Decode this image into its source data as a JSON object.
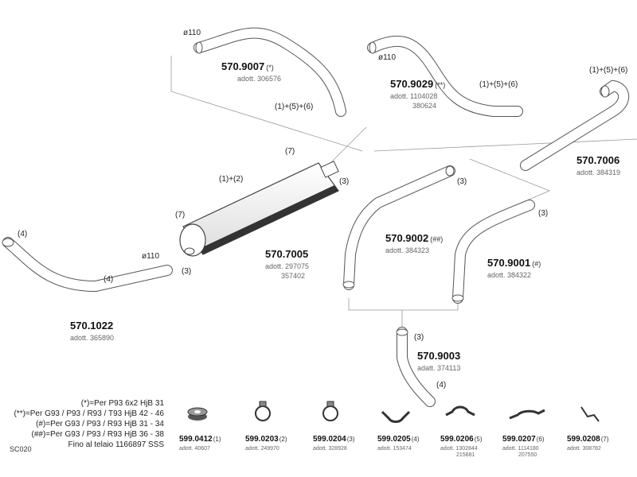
{
  "diagram_code": "SC020",
  "parts": [
    {
      "code": "570.9007",
      "note": "(*)",
      "adott": [
        "adott. 306576"
      ]
    },
    {
      "code": "570.9029",
      "note": "(**)",
      "adott": [
        "adott. 1104028",
        "380624"
      ]
    },
    {
      "code": "570.7006",
      "note": "",
      "adott": [
        "adott. 384319"
      ]
    },
    {
      "code": "570.7005",
      "note": "",
      "adott": [
        "adott. 297075",
        "357402"
      ]
    },
    {
      "code": "570.9002",
      "note": "(##)",
      "adott": [
        "adott. 384323"
      ]
    },
    {
      "code": "570.9001",
      "note": "(#)",
      "adott": [
        "adott. 384322"
      ]
    },
    {
      "code": "570.1022",
      "note": "",
      "adott": [
        "adott. 365890"
      ]
    },
    {
      "code": "570.9003",
      "note": "",
      "adott": [
        "adatt. 374113"
      ]
    }
  ],
  "dimension_labels": [
    "ø110",
    "ø110",
    "ø110"
  ],
  "callouts": {
    "c1": "(1)+(5)+(6)",
    "c2": "(1)+(5)+(6)",
    "c3": "(1)+(5)+(6)",
    "c4": "(1)+(2)",
    "c5": "(7)",
    "c6": "(7)",
    "c7": "(3)",
    "c8": "(3)",
    "c9": "(3)",
    "c10": "(3)",
    "c11": "(4)",
    "c12": "(4)",
    "c13": "(3)",
    "c14": "(4)"
  },
  "legend": [
    "(*)=Per P93 6x2 HjB 31",
    "(**)=Per G93 / P93 / R93 / T93 HjB 42 - 46",
    "(#)=Per G93 / P93 / R93 HjB 31 - 34",
    "(##)=Per G93 / P93 / R93 HjB 36 - 38",
    "Fino al telaio 1166897 SSS"
  ],
  "accessories": [
    {
      "code": "599.0412",
      "num": "(1)",
      "adott": [
        "adott. 40607"
      ],
      "icon": "rubber-mount-icon"
    },
    {
      "code": "599.0203",
      "num": "(2)",
      "adott": [
        "adott. 249970"
      ],
      "icon": "clamp-icon"
    },
    {
      "code": "599.0204",
      "num": "(3)",
      "adott": [
        "adott. 328928"
      ],
      "icon": "clamp-icon"
    },
    {
      "code": "599.0205",
      "num": "(4)",
      "adott": [
        "adott. 153474"
      ],
      "icon": "bracket-icon"
    },
    {
      "code": "599.0206",
      "num": "(5)",
      "adott": [
        "adott. 1302844",
        "215881"
      ],
      "icon": "bracket-icon"
    },
    {
      "code": "599.0207",
      "num": "(6)",
      "adott": [
        "adott. 1114180",
        "207550"
      ],
      "icon": "bracket-icon"
    },
    {
      "code": "599.0208",
      "num": "(7)",
      "adott": [
        "adott. 308782"
      ],
      "icon": "hanger-icon"
    }
  ]
}
